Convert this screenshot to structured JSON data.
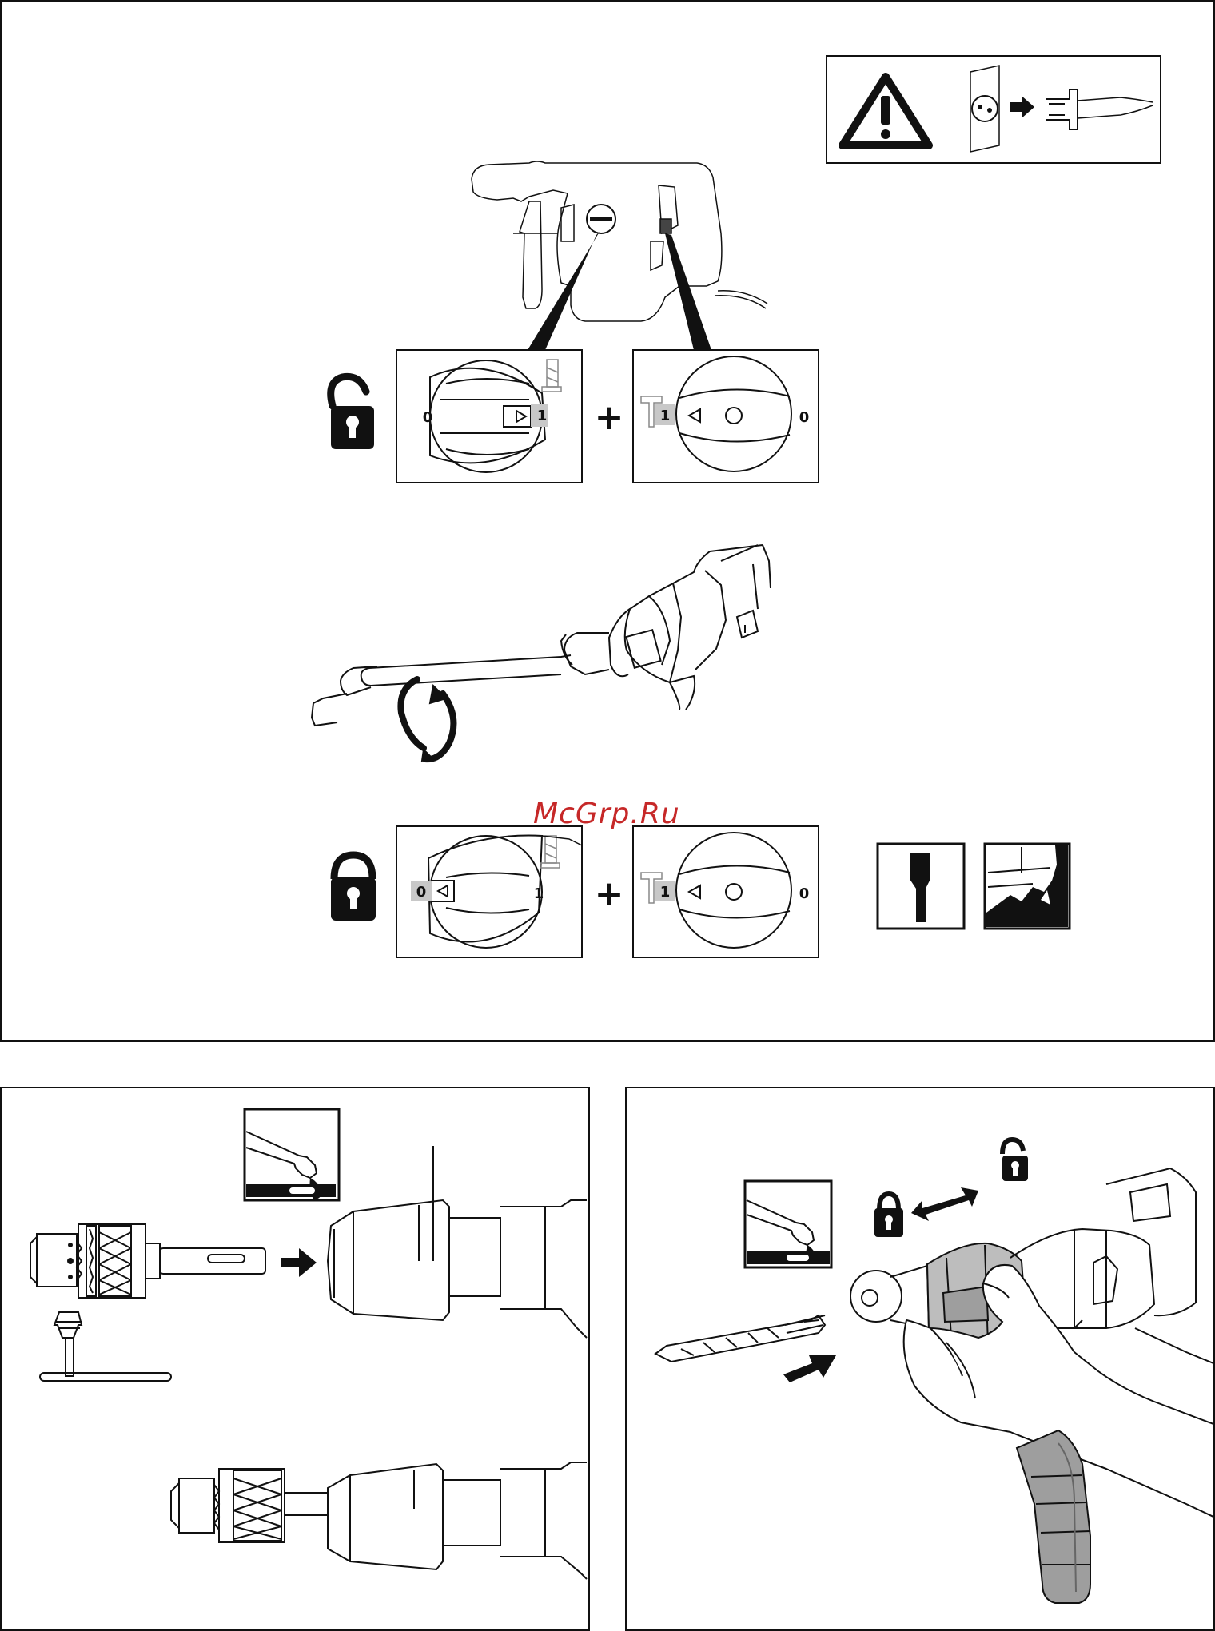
{
  "watermark": "McGrp.Ru",
  "top_panel": {
    "setting_row_1": {
      "lock_state_icon": "unlock-icon",
      "left_dial": {
        "label_left": "0",
        "label_right": "1"
      },
      "plus": "+",
      "right_dial": {
        "label_left": "1",
        "label_right": "0"
      }
    },
    "setting_row_2": {
      "lock_state_icon": "lock-icon",
      "left_dial": {
        "label_left": "0",
        "label_right": "1"
      },
      "plus": "+",
      "right_dial": {
        "label_left": "1",
        "label_right": "0"
      }
    }
  },
  "icons": {
    "warning": "warning-triangle-icon",
    "unplug": "unplug-icon",
    "chisel": "chisel-icon",
    "demolition": "wall-demolition-icon",
    "grease": "grease-tube-icon"
  },
  "colors": {
    "line": "#111111",
    "highlight": "#c8c8c8",
    "watermark": "#c62828"
  }
}
